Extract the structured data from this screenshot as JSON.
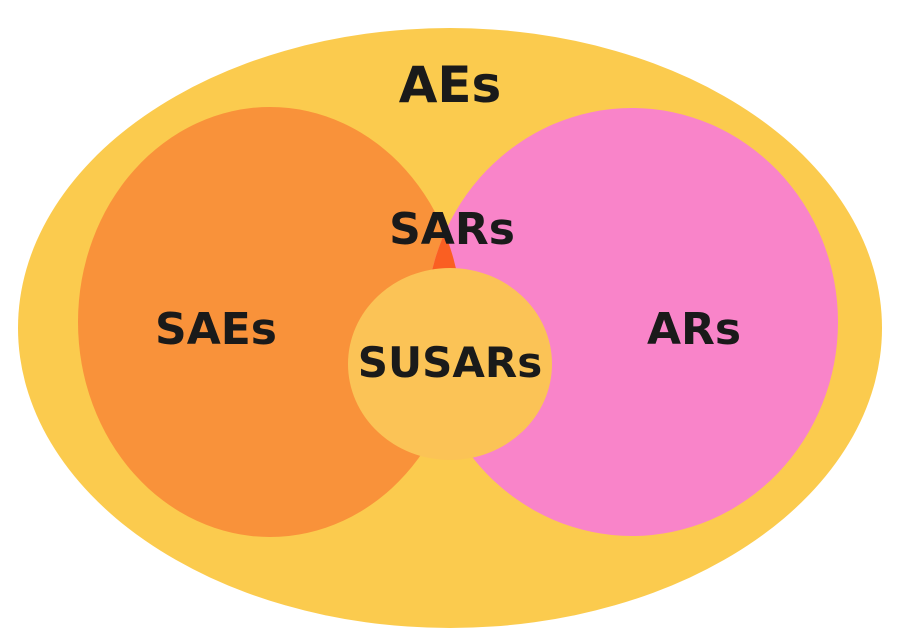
{
  "diagram": {
    "labels": {
      "aes": "AEs",
      "saes": "SAEs",
      "ars": "ARs",
      "sars": "SARs",
      "susars": "SUSARs"
    },
    "colors": {
      "background": "#ffffff",
      "aes_fill": "#FBCB4E",
      "saes_fill": "#F9923A",
      "ars_fill": "#F984C9",
      "sars_fill": "#FA5F22",
      "susars_fill": "#FBC356",
      "text": "#1a1a1a"
    }
  }
}
